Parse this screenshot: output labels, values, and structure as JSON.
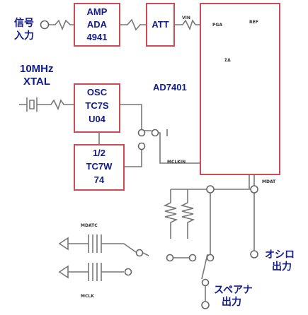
{
  "input_label": [
    "信号",
    "入力"
  ],
  "amp_block": [
    "AMP",
    "ADA",
    "4941"
  ],
  "att_block": "ATT",
  "vin_label": "VIN",
  "ref_label": "REF",
  "pga_label": "PGA",
  "sa_label": "ΣΔ",
  "chip_label": "AD7401",
  "xtal_label": [
    "10MHz",
    "XTAL"
  ],
  "osc_block": [
    "OSC",
    "TC7S",
    "U04"
  ],
  "div_block": [
    "1/2",
    "TC7W",
    "74"
  ],
  "mclkin_label": "MCLKIN",
  "mdat_label": "MDAT",
  "mdatc_label": "MDATC",
  "mclk_label": "MCLK",
  "scope_output_label": [
    "オシロ",
    "出力"
  ],
  "spectrum_output_label": [
    "スペアナ",
    "出力"
  ],
  "colors": {
    "block_border": "#d04a55",
    "text": "#111a8a",
    "wire": "#7a7a7a"
  }
}
